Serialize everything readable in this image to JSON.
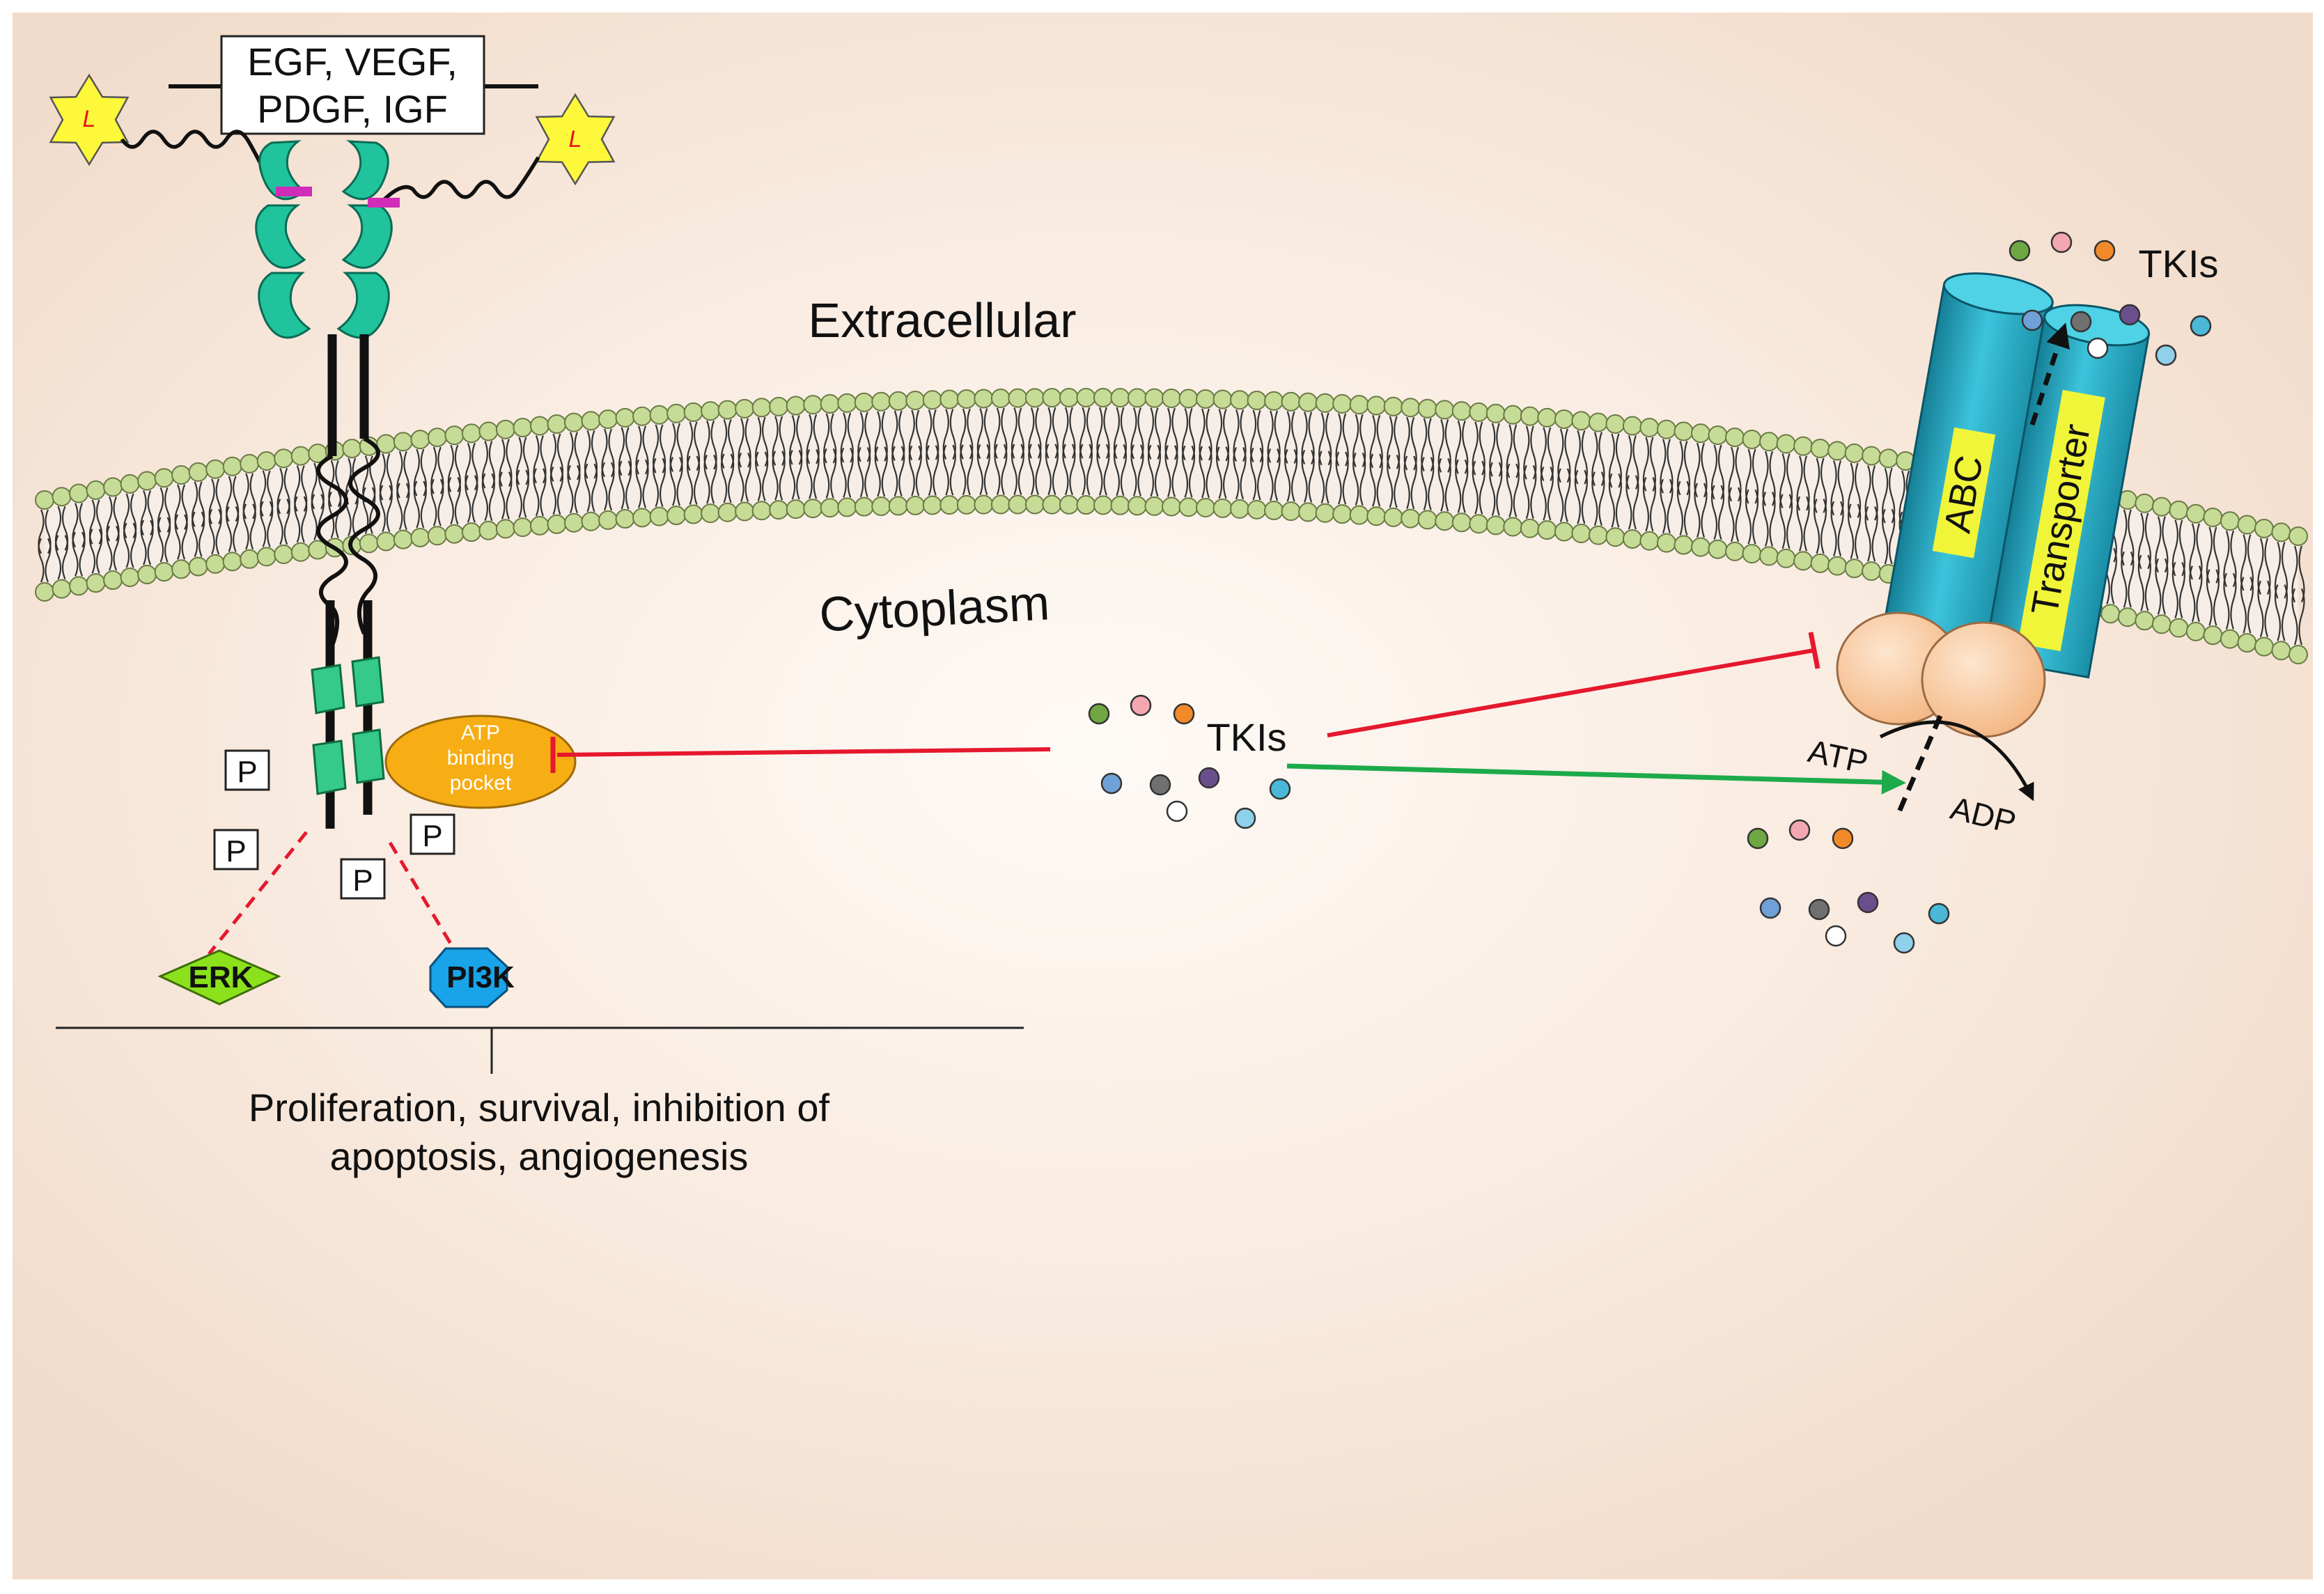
{
  "ligand_box": {
    "line1": "EGF, VEGF,",
    "line2": "PDGF, IGF"
  },
  "ligand_label": "L",
  "regions": {
    "extracellular": "Extracellular",
    "cytoplasm": "Cytoplasm"
  },
  "atp_pocket": {
    "line1": "ATP",
    "line2": "binding",
    "line3": "pocket"
  },
  "phospho_label": "P",
  "effectors": {
    "erk": "ERK",
    "pi3k": "PI3K"
  },
  "outcome": {
    "line1": "Proliferation, survival, inhibition of",
    "line2": "apoptosis, angiogenesis"
  },
  "tkis": {
    "inside": "TKIs",
    "outside": "TKIs"
  },
  "transporter": {
    "part1": "ABC",
    "part2": "Transporter"
  },
  "energy": {
    "atp": "ATP",
    "adp": "ADP"
  },
  "colors": {
    "background_center": "#fdf3ec",
    "background_edge": "#f3e1d2",
    "lipid_head": "#c6dc96",
    "receptor_domain": "#20c39c",
    "kinase_domain": "#35c98a",
    "atp_pocket": "#f7ad14",
    "erk": "#8be11c",
    "pi3k": "#19a3e8",
    "transporter": "#2aa8c0",
    "transporter_label_bg": "#f1f53a",
    "nbd": "#f8c69a",
    "inhibit_arrow": "#e5182d",
    "transport_arrow": "#1daa4a",
    "ligand_star": "#fef83a"
  }
}
